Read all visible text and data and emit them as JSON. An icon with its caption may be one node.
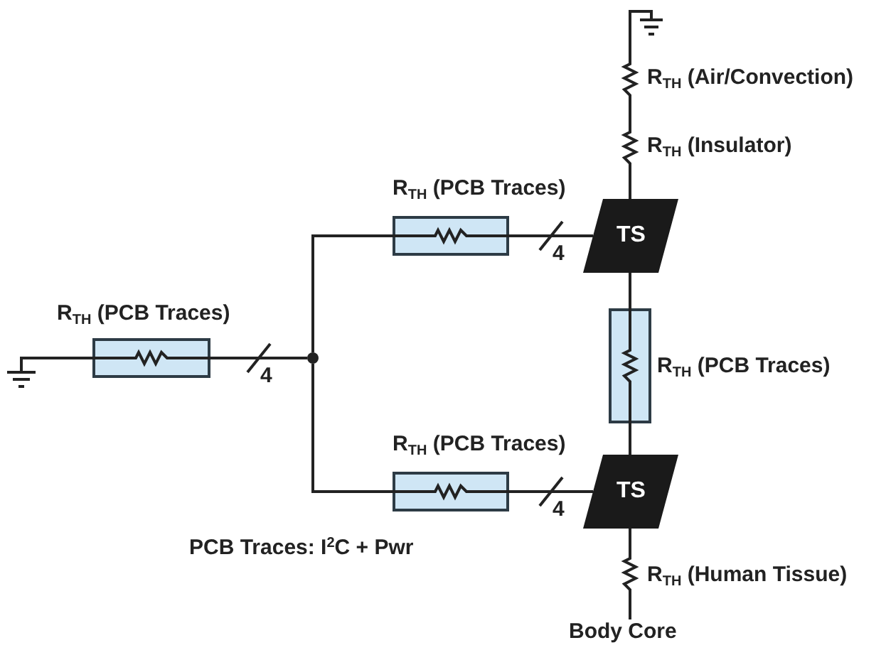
{
  "diagram": {
    "nodes": [
      {
        "text": [],
        "shape": "ground"
      },
      {
        "text": [
          "R$_{TH}$ (Air/Convection)"
        ]
      },
      {
        "text": [
          "R$_{TH}$ (Insulator)"
        ]
      },
      {
        "text": [],
        "shape": "box",
        "beside": [
          "R$_{TH}$ (PCB Traces)"
        ]
      },
      {
        "text": [
          "TS"
        ]
      },
      {
        "text": [],
        "shape": "ground"
      },
      {
        "text": [],
        "shape": "box",
        "beside": [
          "R$_{TH}$ (PCB Traces)"
        ]
      },
      {
        "text": [],
        "shape": "dot"
      },
      {
        "text": [],
        "shape": "box",
        "beside": [
          "R$_{TH}$ (PCB Traces)"
        ]
      },
      {
        "text": [],
        "shape": "box",
        "beside": [
          "R$_{TH}$ (PCB Traces)"
        ]
      },
      {
        "text": [
          "TS"
        ]
      },
      {
        "text": [
          "R$_{TH}$ (Human Tissue)"
        ]
      },
      {
        "text": [
          "Body Core"
        ]
      }
    ],
    "edges": [
      {
        "from": 0,
        "to": 1,
        "arrow": "none"
      },
      {
        "from": 1,
        "to": 2,
        "arrow": "none"
      },
      {
        "from": 2,
        "to": 4,
        "arrow": "none"
      },
      {
        "from": 5,
        "to": 6,
        "arrow": "none"
      },
      {
        "from": 6,
        "to": 7,
        "arrow": "none",
        "label": "4"
      },
      {
        "from": 7,
        "to": 3,
        "arrow": "none"
      },
      {
        "from": 3,
        "to": 4,
        "arrow": "none",
        "label": "4"
      },
      {
        "from": 4,
        "to": 8,
        "arrow": "none"
      },
      {
        "from": 8,
        "to": 10,
        "arrow": "none"
      },
      {
        "from": 7,
        "to": 9,
        "arrow": "none"
      },
      {
        "from": 9,
        "to": 10,
        "arrow": "none",
        "label": "4"
      },
      {
        "from": 10,
        "to": 11,
        "arrow": "none"
      },
      {
        "from": 11,
        "to": 12,
        "arrow": "none"
      }
    ],
    "labels": [
      "PCB Traces: I$^{2}$C + Pwr"
    ]
  }
}
